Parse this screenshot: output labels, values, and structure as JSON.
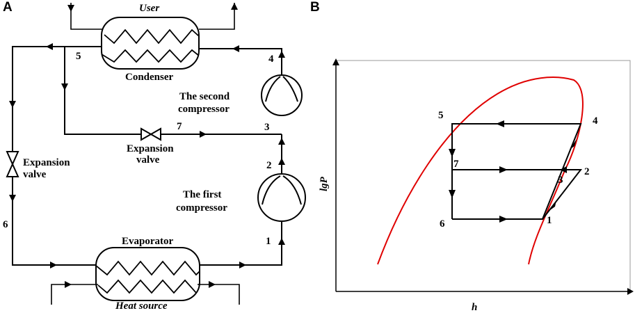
{
  "panel_a": {
    "panel_label": "A",
    "user_label": "User",
    "heat_source_label": "Heat source",
    "condenser_label": "Condenser",
    "evaporator_label": "Evaporator",
    "second_compressor_line1": "The second",
    "second_compressor_line2": "compressor",
    "first_compressor_line1": "The first",
    "first_compressor_line2": "compressor",
    "expansion_valve_left_line1": "Expansion",
    "expansion_valve_left_line2": "valve",
    "expansion_valve_mid_line1": "Expansion",
    "expansion_valve_mid_line2": "valve",
    "state_points": {
      "p1": "1",
      "p2": "2",
      "p3": "3",
      "p4": "4",
      "p5": "5",
      "p6": "6",
      "p7": "7"
    }
  },
  "panel_b": {
    "panel_label": "B",
    "y_axis_label": "lgP",
    "x_axis_label": "h",
    "state_points": {
      "p1": "1",
      "p2": "2",
      "p3": "3",
      "p4": "4",
      "p5": "5",
      "p6": "6",
      "p7": "7"
    },
    "saturation_dome_color": "#e00000",
    "cycle_line_color": "#000000"
  }
}
